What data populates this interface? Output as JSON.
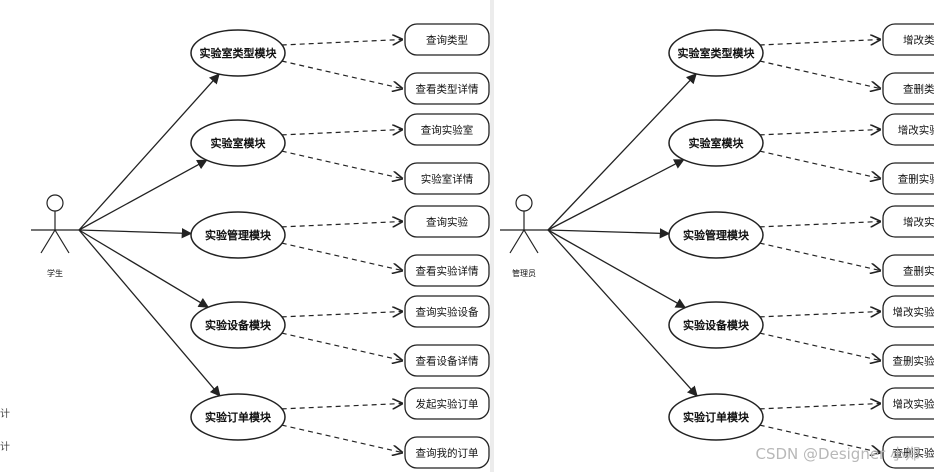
{
  "diagrams": [
    {
      "actor": "学生",
      "modules": [
        {
          "label": "实验室类型模块",
          "leaves": [
            "查询类型",
            "查看类型详情"
          ]
        },
        {
          "label": "实验室模块",
          "leaves": [
            "查询实验室",
            "实验室详情"
          ]
        },
        {
          "label": "实验管理模块",
          "leaves": [
            "查询实验",
            "查看实验详情"
          ]
        },
        {
          "label": "实验设备模块",
          "leaves": [
            "查询实验设备",
            "查看设备详情"
          ]
        },
        {
          "label": "实验订单模块",
          "leaves": [
            "发起实验订单",
            "查询我的订单"
          ]
        }
      ]
    },
    {
      "actor": "管理员",
      "modules": [
        {
          "label": "实验室类型模块",
          "leaves": [
            "增改类型",
            "查删类型"
          ]
        },
        {
          "label": "实验室模块",
          "leaves": [
            "增改实验室",
            "查删实验室"
          ]
        },
        {
          "label": "实验管理模块",
          "leaves": [
            "增改实验",
            "查删实验"
          ]
        },
        {
          "label": "实验设备模块",
          "leaves": [
            "增改实验设备",
            "查删实验设备"
          ]
        },
        {
          "label": "实验订单模块",
          "leaves": [
            "增改实验订单",
            "查删实验订单"
          ]
        }
      ]
    }
  ],
  "watermark": "CSDN @Designer 小郑",
  "edge_glyphs": [
    "计",
    "计"
  ]
}
